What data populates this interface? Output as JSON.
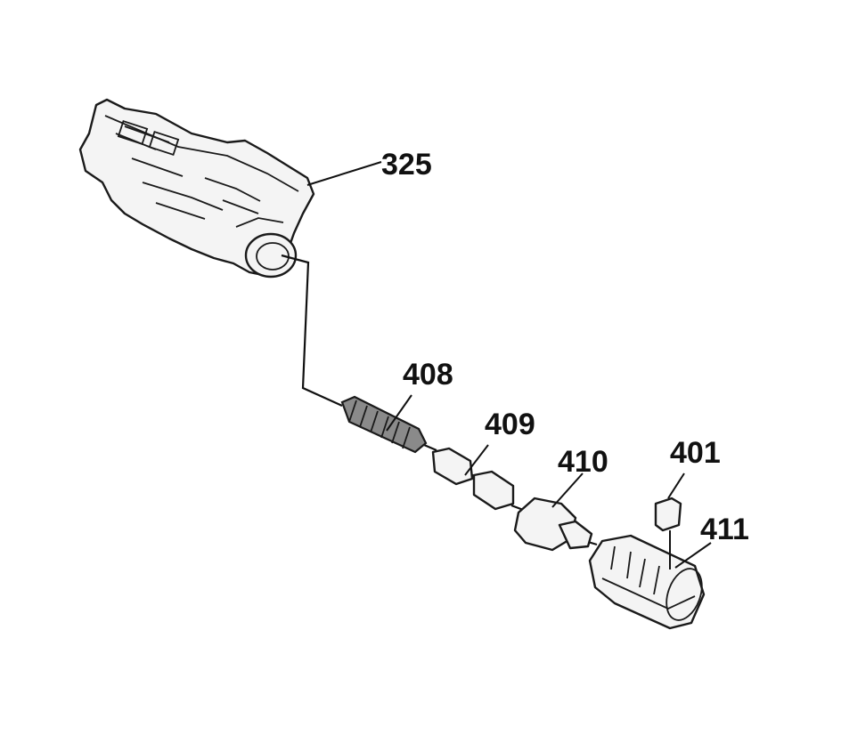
{
  "diagram": {
    "callouts": [
      {
        "id": "325",
        "label": "325"
      },
      {
        "id": "408",
        "label": "408"
      },
      {
        "id": "409",
        "label": "409"
      },
      {
        "id": "410",
        "label": "410"
      },
      {
        "id": "401",
        "label": "401"
      },
      {
        "id": "411",
        "label": "411"
      }
    ],
    "colors": {
      "line": "#1a1a1a",
      "part_fill": "#f4f4f4",
      "spring_fill": "#8a8a8a",
      "background": "#ffffff"
    }
  }
}
